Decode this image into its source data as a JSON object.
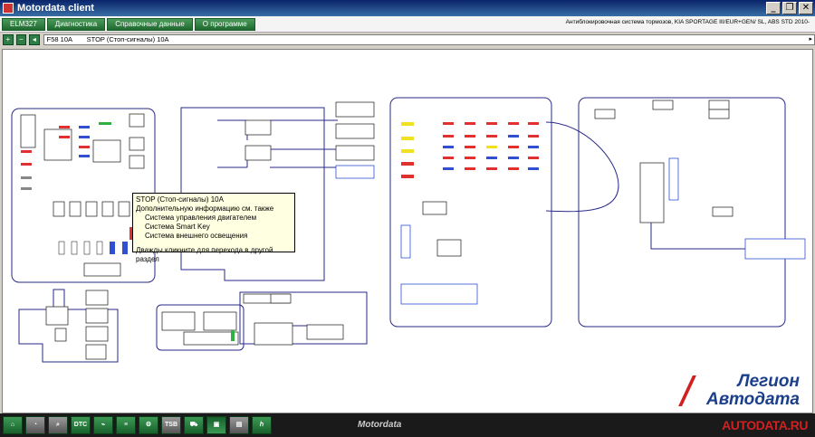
{
  "window": {
    "title": "Motordata client"
  },
  "menu": {
    "tabs": [
      "ELM327",
      "Диагностика",
      "Справочные данные",
      "О программе"
    ],
    "vehicle_info": "Антиблокировочная система тормозов, KIA  SPORTAGE III/EUR+GEN/  SL,  ABS  STD  2010-"
  },
  "toolbar": {
    "circuit_code": "F58 10A",
    "circuit_name": "STOP (Стоп-сигналы) 10A"
  },
  "tooltip": {
    "title": "STOP (Стоп-сигналы) 10A",
    "see_also": "Дополнительную информацию см. также",
    "items": [
      "Система управления двигателем",
      "Система Smart Key",
      "Система внешнего освещения"
    ],
    "hint": "Дважды кликните для перехода в другой раздел"
  },
  "logo": {
    "line1": "Легион",
    "line2": "Автодата"
  },
  "bottom": {
    "brand": "Motordata",
    "url": "AUTODATA.RU",
    "buttons": [
      "⌂",
      "◔",
      "⌕",
      "DTC",
      "⌁",
      "≡",
      "⚙",
      "TSB",
      "⛟",
      "▣",
      "▤",
      "ℎ"
    ]
  },
  "colors": {
    "wire": "#2a2a8a",
    "fuse_red": "#e03030",
    "fuse_blue": "#3050d0",
    "fuse_yellow": "#f0e020",
    "fuse_green": "#30b040"
  }
}
